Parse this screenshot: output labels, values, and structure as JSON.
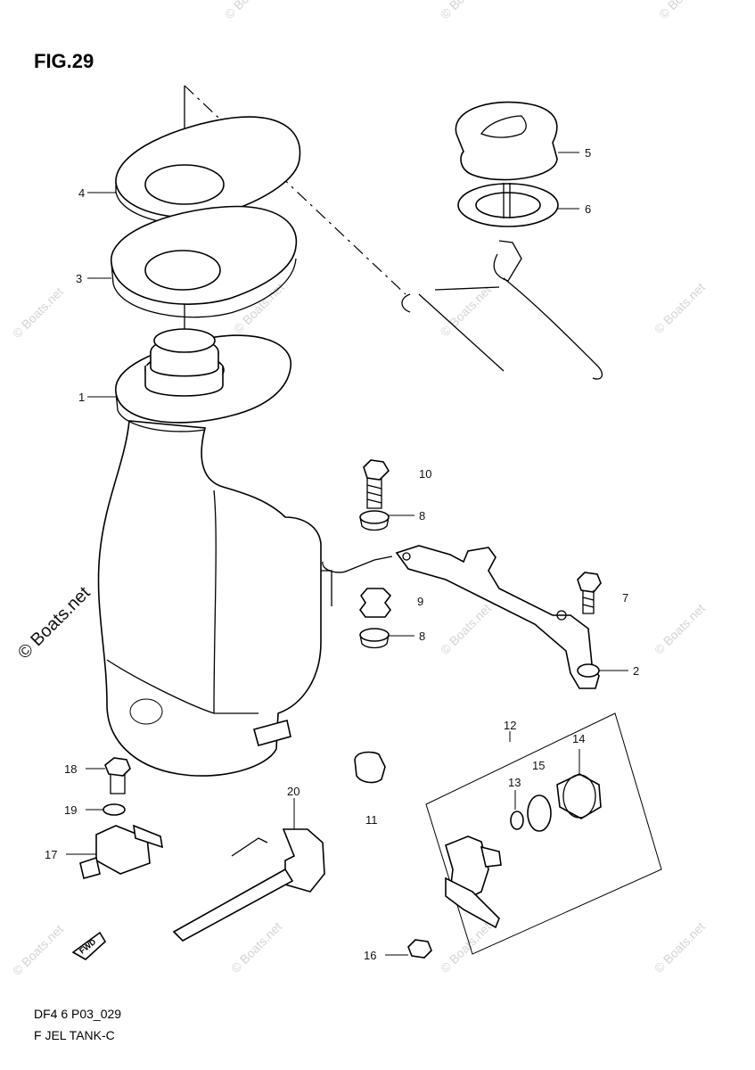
{
  "figure": {
    "title": "FIG.29",
    "code": "DF4 6 P03_029",
    "caption": "F JEL TANK-C"
  },
  "watermark": "© Boats.net",
  "fwd_label": "FWD",
  "callouts": {
    "c1": "1",
    "c2": "2",
    "c3": "3",
    "c4": "4",
    "c5": "5",
    "c6": "6",
    "c7": "7",
    "c8a": "8",
    "c8b": "8",
    "c9": "9",
    "c10": "10",
    "c11": "11",
    "c12": "12",
    "c13": "13",
    "c14": "14",
    "c15": "15",
    "c16": "16",
    "c17": "17",
    "c18": "18",
    "c19": "19",
    "c20": "20"
  }
}
